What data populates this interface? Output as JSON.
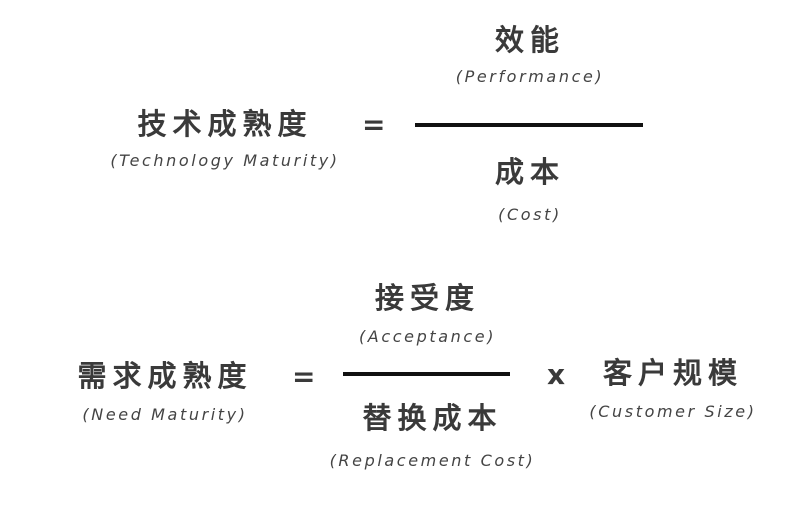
{
  "formula_1": {
    "lhs": {
      "zh": "技术成熟度",
      "en": "(Technology Maturity)"
    },
    "equals": "=",
    "numerator": {
      "zh": "效能",
      "en": "(Performance)"
    },
    "denominator": {
      "zh": "成本",
      "en": "(Cost)"
    }
  },
  "formula_2": {
    "lhs": {
      "zh": "需求成熟度",
      "en": "(Need Maturity)"
    },
    "equals": "=",
    "numerator": {
      "zh": "接受度",
      "en": "(Acceptance)"
    },
    "denominator": {
      "zh": "替换成本",
      "en": "(Replacement Cost)"
    },
    "times": "x",
    "multiplier": {
      "zh": "客户规模",
      "en": "(Customer Size)"
    }
  }
}
